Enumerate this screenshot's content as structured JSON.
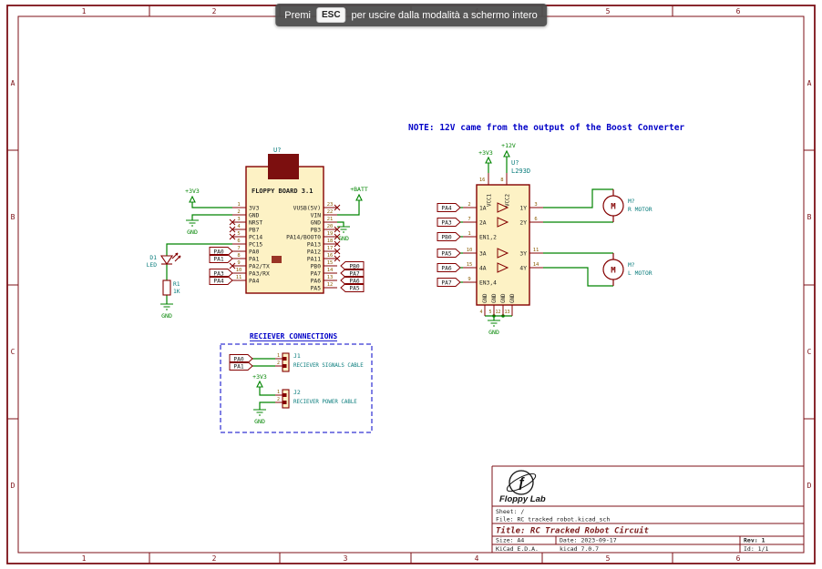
{
  "toast": {
    "prefix": "Premi",
    "key": "ESC",
    "suffix": "per uscire dalla modalità a schermo intero"
  },
  "note": "NOTE: 12V came from the output of the Boost Converter",
  "frame": {
    "cols": [
      "1",
      "2",
      "3",
      "4",
      "5",
      "6"
    ],
    "rows": [
      "A",
      "B",
      "C",
      "D"
    ]
  },
  "power": {
    "p3v3": "+3V3",
    "p12v": "+12V",
    "batt": "+BATT",
    "gnd": "GND"
  },
  "mcu": {
    "ref": "U?",
    "value": "FLOPPY BOARD 3.1",
    "left": [
      {
        "n": "1",
        "name": "3V3"
      },
      {
        "n": "2",
        "name": "GND"
      },
      {
        "n": "3",
        "name": "NRST"
      },
      {
        "n": "4",
        "name": "PB7"
      },
      {
        "n": "5",
        "name": "PC14"
      },
      {
        "n": "6",
        "name": "PC15"
      },
      {
        "n": "7",
        "name": "PA0"
      },
      {
        "n": "8",
        "name": "PA1"
      },
      {
        "n": "9",
        "name": "PA2/TX"
      },
      {
        "n": "10",
        "name": "PA3/RX"
      },
      {
        "n": "11",
        "name": "PA4"
      }
    ],
    "right": [
      {
        "n": "23",
        "name": "VUSB(5V)"
      },
      {
        "n": "22",
        "name": "VIN"
      },
      {
        "n": "21",
        "name": "GND"
      },
      {
        "n": "20",
        "name": "PB3"
      },
      {
        "n": "19",
        "name": "PA14/BOOT0"
      },
      {
        "n": "18",
        "name": "PA13"
      },
      {
        "n": "17",
        "name": "PA12"
      },
      {
        "n": "16",
        "name": "PA11"
      },
      {
        "n": "15",
        "name": "PB0"
      },
      {
        "n": "14",
        "name": "PA7"
      },
      {
        "n": "13",
        "name": "PA6"
      },
      {
        "n": "12",
        "name": "PA5"
      }
    ],
    "left_labels": [
      "PA0",
      "PA1",
      "PA3",
      "PA4"
    ],
    "right_labels": [
      "PB0",
      "PA7",
      "PA6",
      "PA5"
    ]
  },
  "led": {
    "ref": "D1",
    "value": "LED"
  },
  "res": {
    "ref": "R1",
    "value": "1K"
  },
  "driver": {
    "ref": "U?",
    "value": "L293D",
    "left": [
      {
        "n": "2",
        "name": "1A",
        "label": "PA4"
      },
      {
        "n": "7",
        "name": "2A",
        "label": "PA3"
      },
      {
        "n": "1",
        "name": "EN1,2",
        "label": "PB0"
      },
      {
        "n": "10",
        "name": "3A",
        "label": "PA5"
      },
      {
        "n": "15",
        "name": "4A",
        "label": "PA6"
      },
      {
        "n": "9",
        "name": "EN3,4",
        "label": "PA7"
      }
    ],
    "right": [
      {
        "n": "3",
        "name": "1Y"
      },
      {
        "n": "6",
        "name": "2Y"
      },
      {
        "n": "11",
        "name": "3Y"
      },
      {
        "n": "14",
        "name": "4Y"
      }
    ],
    "top": [
      {
        "n": "16",
        "name": "VCC1"
      },
      {
        "n": "8",
        "name": "VCC2"
      }
    ],
    "bottom": [
      {
        "n": "4",
        "name": "GND"
      },
      {
        "n": "5",
        "name": "GND"
      },
      {
        "n": "12",
        "name": "GND"
      },
      {
        "n": "13",
        "name": "GND"
      }
    ]
  },
  "motors": [
    {
      "ref": "M?",
      "value": "R MOTOR",
      "m": "M"
    },
    {
      "ref": "M?",
      "value": "L MOTOR",
      "m": "M"
    }
  ],
  "receiver": {
    "title": "RECIEVER CONNECTIONS",
    "j1": {
      "ref": "J1",
      "value": "RECIEVER SIGNALS CABLE",
      "pins": [
        "1",
        "2"
      ],
      "labels": [
        "PA0",
        "PA1"
      ]
    },
    "j2": {
      "ref": "J2",
      "value": "RECIEVER POWER CABLE",
      "pins": [
        "1",
        "2"
      ]
    }
  },
  "titleblock": {
    "logo_glyph": "ƒ",
    "logo": "Floppy Lab",
    "sheet": "Sheet: /",
    "file": "File: RC tracked robot.kicad_sch",
    "title": "Title: RC Tracked Robot Circuit",
    "size": "Size: A4",
    "date": "Date: 2023-09-17",
    "rev": "Rev: 1",
    "tool1": "KiCad E.D.A.",
    "tool2": "kicad 7.0.7",
    "id": "Id: 1/1"
  }
}
